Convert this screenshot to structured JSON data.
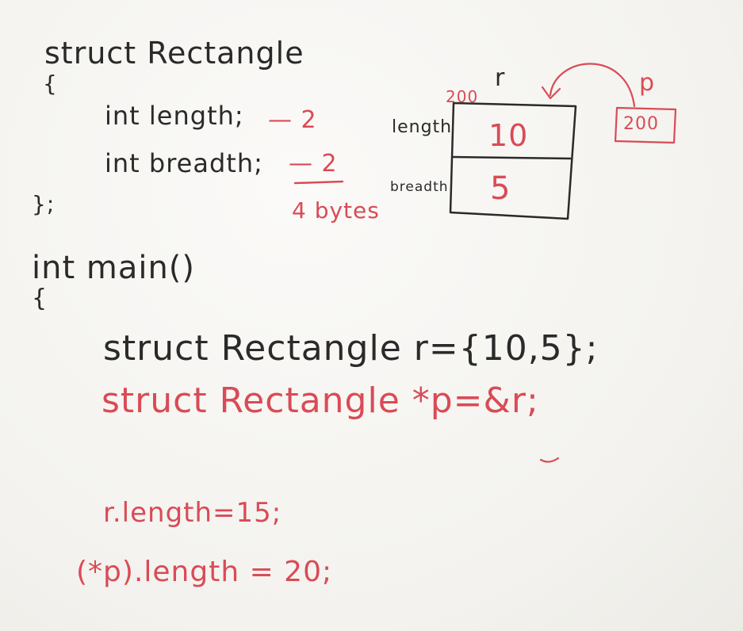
{
  "colors": {
    "ink_black": "#2a2a2a",
    "ink_red": "#d94b56",
    "board": "#f6f5f2"
  },
  "struct_def": {
    "line1": "struct Rectangle",
    "open_brace": "{",
    "member1": "int length;",
    "member2": "int breadth;",
    "close": "};"
  },
  "sizes": {
    "member1_size": "— 2",
    "member2_size": "— 2",
    "total": "4 bytes"
  },
  "diagram": {
    "address_r": "200",
    "var_r": "r",
    "label_length": "length",
    "label_breadth": "breadth",
    "value_length": "10",
    "value_breadth": "5",
    "var_p": "p",
    "value_p": "200"
  },
  "main_code": {
    "main_sig": "int main()",
    "open_brace": "{",
    "line_r": "struct Rectangle r={10,5};",
    "line_p": "struct Rectangle *p=&r;",
    "assign1": "r.length=15;",
    "assign2": "(*p).length = 20;"
  }
}
